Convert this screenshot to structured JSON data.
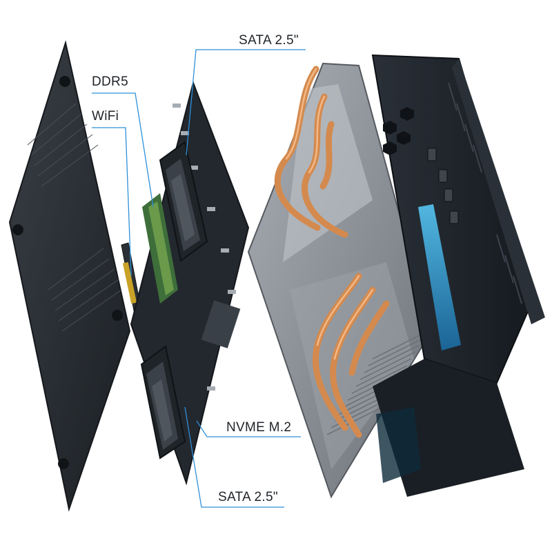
{
  "labels": {
    "sata_top": "SATA 2.5\"",
    "ddr5": "DDR5",
    "wifi": "WiFi",
    "nvme": "NVME M.2",
    "sata_bottom": "SATA 2.5\""
  },
  "colors": {
    "leader_line": "#2d8fd8",
    "case_body": "#1d2228",
    "board": "#2a2f36",
    "heatpipe": "#d98a4a",
    "frame": "#8b9097",
    "accent_glow": "#3bbcff"
  }
}
